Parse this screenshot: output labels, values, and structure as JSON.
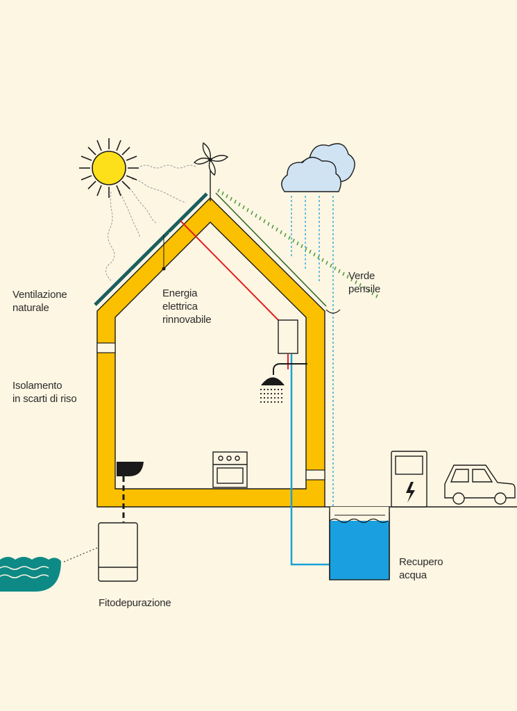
{
  "labels": {
    "ventilazione": [
      "Ventilazione",
      "naturale"
    ],
    "energia": [
      "Energia",
      "elettrica",
      "rinnovabile"
    ],
    "isolamento": [
      "Isolamento",
      "in scarti di riso"
    ],
    "verde": [
      "Verde",
      "pensile"
    ],
    "recupero": [
      "Recupero",
      "acqua"
    ],
    "fitodepurazione": "Fitodepurazione"
  },
  "colors": {
    "background": "#fdf6e3",
    "wall": "#fbc000",
    "outline": "#1a1a1a",
    "sun": "#fde01a",
    "cloud": "#cfe3f3",
    "solar_panel": "#1b5e5e",
    "green_roof": "#4d9a3c",
    "electric_line": "#e32020",
    "water_line": "#1aa0d8",
    "tank_water": "#1aa0e0",
    "pond": "#0e8a86"
  }
}
